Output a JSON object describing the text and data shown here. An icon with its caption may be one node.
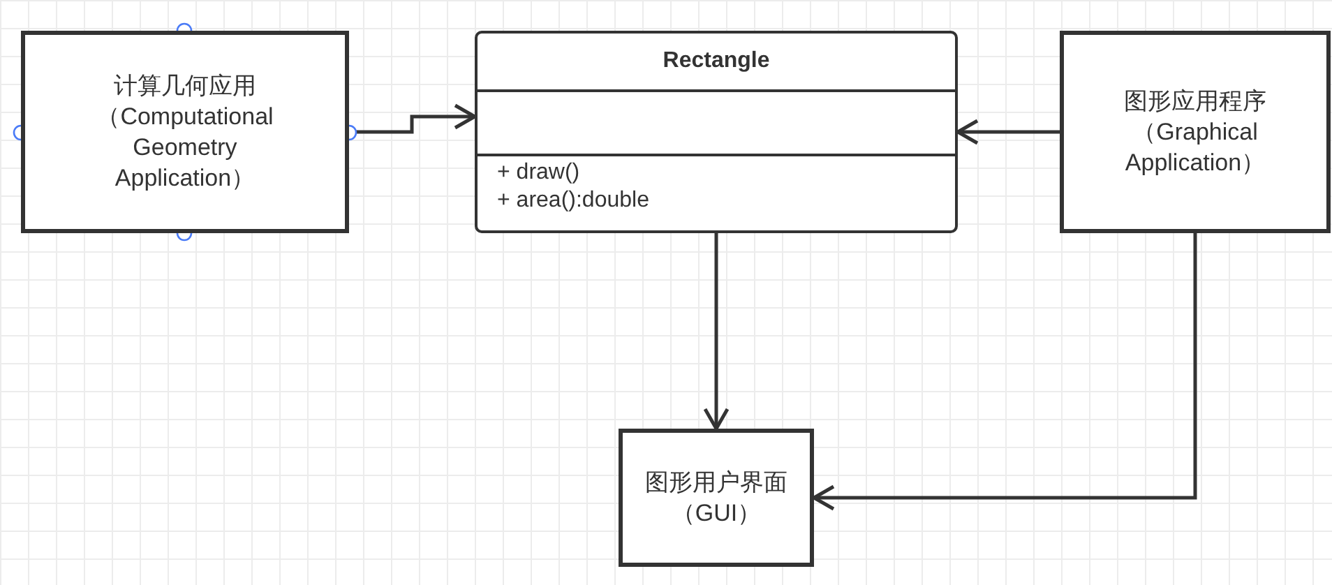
{
  "diagram": {
    "nodes": [
      {
        "text": [
          "计算几何应用（Computational Geometry Application）"
        ]
      },
      {
        "text": [
          "Rectangle",
          "+ draw()",
          "+ area():double"
        ]
      },
      {
        "text": [
          "图形应用程序（Graphical Application）"
        ]
      },
      {
        "text": [
          "图形用户界面（GUI）"
        ]
      }
    ],
    "edges": [
      {
        "from": 0,
        "to": 1,
        "arrow": "to"
      },
      {
        "from": 2,
        "to": 1,
        "arrow": "to"
      },
      {
        "from": 1,
        "to": 3,
        "arrow": "to"
      },
      {
        "from": 2,
        "to": 3,
        "arrow": "to"
      }
    ]
  }
}
